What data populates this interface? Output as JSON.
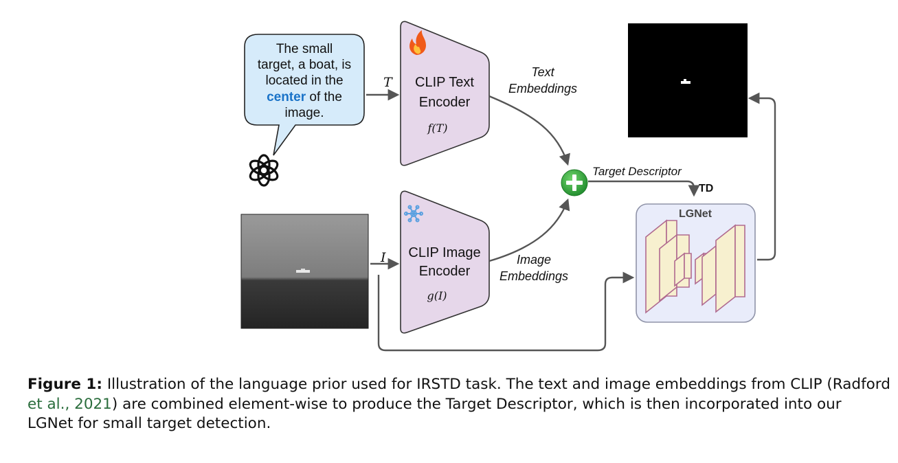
{
  "speech_bubble": {
    "line1": "The small",
    "line2": "target, a boat, is",
    "line3": "located in the",
    "highlight_word": "center",
    "line4_rest": " of the",
    "line5": "image."
  },
  "symbols": {
    "text_input": "T",
    "image_input": "I",
    "text_func": "f(T)",
    "image_func": "g(I)",
    "td": "TD"
  },
  "text_encoder": {
    "line1": "CLIP Text",
    "line2": "Encoder"
  },
  "image_encoder": {
    "line1": "CLIP Image",
    "line2": "Encoder"
  },
  "labels": {
    "text_emb_1": "Text",
    "text_emb_2": "Embeddings",
    "image_emb_1": "Image",
    "image_emb_2": "Embeddings",
    "target_descriptor": "Target Descriptor",
    "lgnet": "LGNet"
  },
  "caption": {
    "label": "Figure 1:",
    "line1_text": " Illustration of the language prior used for IRSTD task. The text and image embeddings from CLIP (Radford",
    "line2_cite": "et al., 2021",
    "line2_rest": ") are combined element-wise to produce the Target Descriptor, which is then incorporated into our",
    "line3": "LGNet for small target detection."
  },
  "colors": {
    "bubble_fill": "#d6ebfa",
    "highlight": "#1a73c8",
    "encoder_fill": "#e6d7ea",
    "lgnet_fill": "#e9ecfa",
    "block_fill": "#f7f0cf",
    "block_stroke": "#b06a8f",
    "plus_green": "#2f9e3a",
    "arrow": "#555555"
  },
  "icons": [
    "fire-icon",
    "snowflake-icon",
    "openai-logo-icon",
    "plus-icon"
  ]
}
